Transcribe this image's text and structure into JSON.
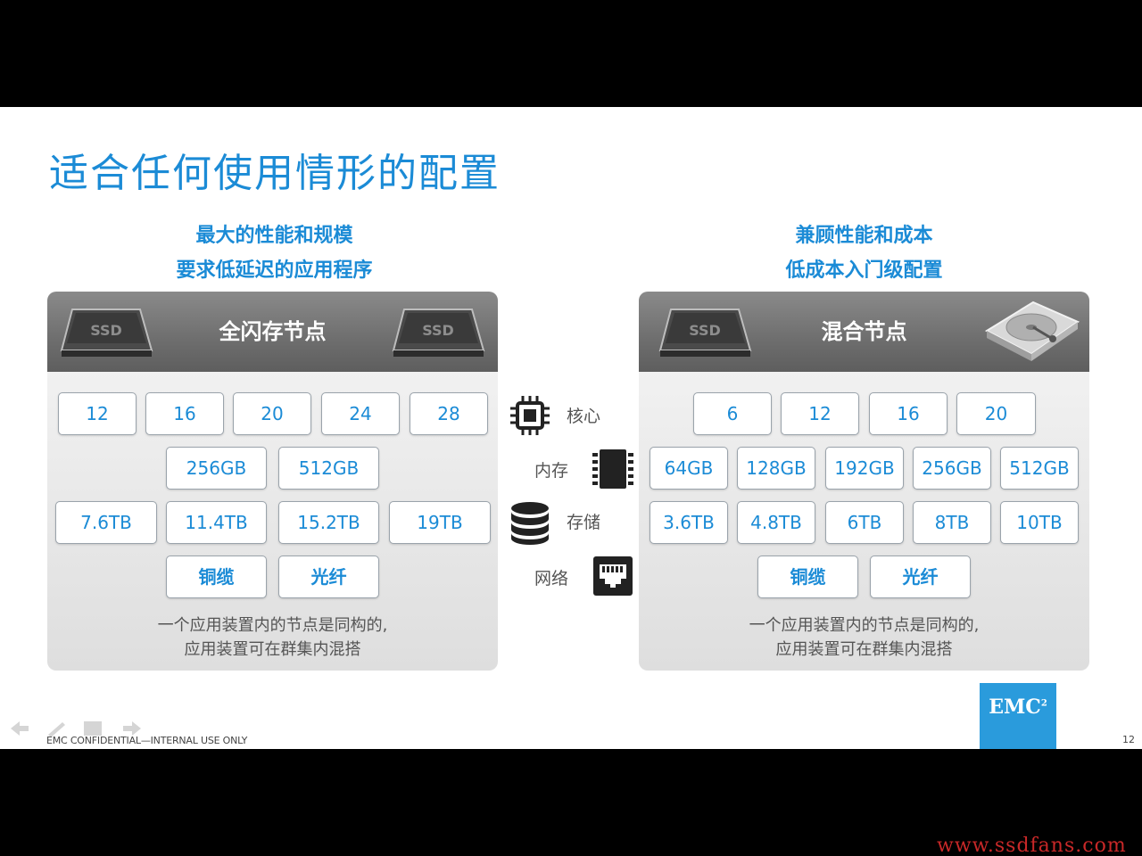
{
  "title": "适合任何使用情形的配置",
  "left": {
    "subtitle_line1": "最大的性能和规模",
    "subtitle_line2": "要求低延迟的应用程序",
    "header": "全闪存节点",
    "row1": [
      "12",
      "16",
      "20",
      "24",
      "28"
    ],
    "row2": [
      "256GB",
      "512GB"
    ],
    "row3": [
      "7.6TB",
      "11.4TB",
      "15.2TB",
      "19TB"
    ],
    "row4": [
      "铜缆",
      "光纤"
    ],
    "note_line1": "一个应用装置内的节点是同构的,",
    "note_line2": "应用装置可在群集内混搭"
  },
  "right": {
    "subtitle_line1": "兼顾性能和成本",
    "subtitle_line2": "低成本入门级配置",
    "header": "混合节点",
    "row1": [
      "6",
      "12",
      "16",
      "20"
    ],
    "row2": [
      "64GB",
      "128GB",
      "192GB",
      "256GB",
      "512GB"
    ],
    "row3": [
      "3.6TB",
      "4.8TB",
      "6TB",
      "8TB",
      "10TB"
    ],
    "row4": [
      "铜缆",
      "光纤"
    ],
    "note_line1": "一个应用装置内的节点是同构的,",
    "note_line2": "应用装置可在群集内混搭"
  },
  "middle": {
    "cores": "核心",
    "memory": "内存",
    "storage": "存储",
    "network": "网络"
  },
  "drive_label": "SSD",
  "footer": {
    "confidential": "EMC CONFIDENTIAL—INTERNAL USE ONLY",
    "page": "12",
    "logo": "EMC",
    "logo_sup": "2"
  },
  "watermark": "www.ssdfans.com",
  "colors": {
    "accent": "#1b8bd6",
    "header_gray": "#6e6e6e",
    "logo_blue": "#2a9bdc"
  }
}
